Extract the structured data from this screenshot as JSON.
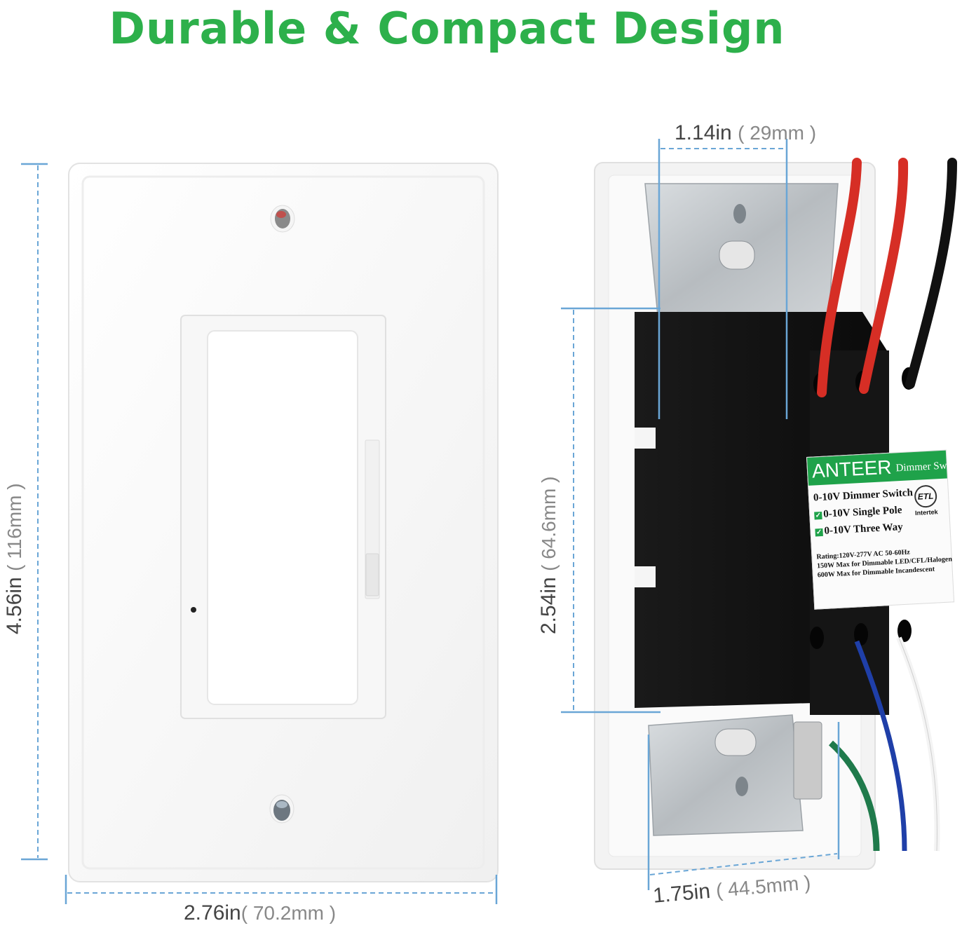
{
  "headline": "Durable & Compact Design",
  "colors": {
    "headline": "#2db04b",
    "dimension_line": "#6aa6d6",
    "label_green": "#1fa24a"
  },
  "dimensions": {
    "height_front": {
      "inch": "4.56in",
      "mm": "( 116mm )"
    },
    "width_front": {
      "inch": "2.76in",
      "mm": "( 70.2mm )"
    },
    "depth_top": {
      "inch": "1.14in",
      "mm": "( 29mm )"
    },
    "body_height": {
      "inch": "2.54in",
      "mm": "( 64.6mm )"
    },
    "depth_bottom": {
      "inch": "1.75in",
      "mm": "( 44.5mm )"
    }
  },
  "product_label": {
    "brand": "ANTEER",
    "subtitle": "Dimmer Switch",
    "features": [
      "0-10V Dimmer Switch",
      "0-10V Single Pole",
      "0-10V Three Way"
    ],
    "rating_lines": [
      "Rating:120V-277V AC 50-60Hz",
      "150W Max for Dimmable LED/CFL/Halogen",
      "600W Max for Dimmable Incandescent"
    ],
    "cert_mark": "ETL",
    "cert_sub": "Intertek",
    "check_icon": "check-icon"
  }
}
